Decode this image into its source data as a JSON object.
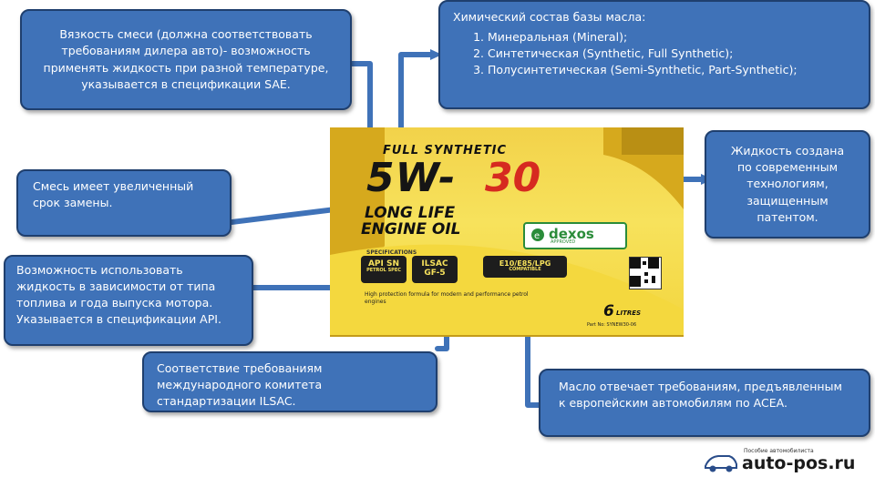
{
  "callouts": {
    "viscosity": "Вязкость смеси (должна соответствовать требованиям дилера авто)- возможность применять жидкость при разной температуре, указывается в спецификации SAE.",
    "chemistry_title": "Химический состав базы масла:",
    "chemistry_items": [
      "Минеральная (Mineral);",
      "Синтетическая (Synthetic, Full Synthetic);",
      "Полусинтетическая  (Semi-Synthetic, Part-Synthetic);"
    ],
    "patent": "Жидкость создана по современным технологиям, защищенным патентом.",
    "interval": "Смесь имеет увеличенный срок замены.",
    "api": "Возможность использовать жидкость в зависимости от типа топлива и года выпуска мотора. Указывается в спецификации API.",
    "ilsac": "Соответствие требованиям международного комитета стандартизации ILSAC.",
    "acea": "Масло отвечает требованиям, предъявленным к европейским автомобилям по ACEA."
  },
  "product": {
    "type": "FULL SYNTHETIC",
    "grade_w": "5W-",
    "grade_num": "30",
    "line1": "LONG LIFE",
    "line2": "ENGINE OIL",
    "approval": "dexos",
    "approval_sub": "APPROVED",
    "spec_header": "SPECIFICATIONS",
    "spec_api": "API SN",
    "spec_api_sub": "PETROL SPEC",
    "spec_ilsac": "ILSAC",
    "spec_ilsac_sub": "GF-5",
    "spec_fuel": "E10/E85/LPG",
    "spec_fuel_sub": "COMPATIBLE",
    "bullet": "High protection formula for modern and performance petrol engines",
    "volume": "6",
    "volume_unit": "LITRES",
    "part_no": "Part No: SYNEW30-06"
  },
  "branding": {
    "caption": "Пособие автомобилиста",
    "site": "auto-pos.ru"
  },
  "colors": {
    "callout_fill": "#3f72b8",
    "callout_border": "#1f3f6e",
    "connector": "#3f72b8",
    "label_yellow": "#f7e25c",
    "grade_red": "#d62a20"
  }
}
